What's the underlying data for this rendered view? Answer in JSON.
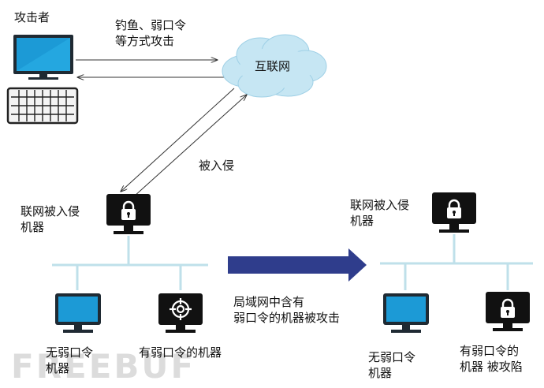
{
  "labels": {
    "attacker": "攻击者",
    "attack_method": "钓鱼、弱口令\n等方式攻击",
    "internet": "互联网",
    "intruded": "被入侵",
    "left_infected": "联网被入侵\n机器",
    "left_no_weak": "无弱口令\n机器",
    "left_weak": "有弱口令的机器",
    "lan_caption": "局域网中含有\n弱口令的机器被攻击",
    "right_infected": "联网被入侵\n机器",
    "right_no_weak": "无弱口令\n机器",
    "right_weak_attacked": "有弱口令的\n机器 被攻陷"
  },
  "watermark": "FREEBUF",
  "colors": {
    "cloud": "#c6e6f3",
    "cloud_edge": "#9fd0e6",
    "screen_blue": "#1c9ad6",
    "network_line": "#bfe0ea",
    "arrow": "#2f3d8c",
    "dark_screen": "#111111"
  },
  "icons": {
    "desktop": "monitor-icon",
    "keyboard": "keyboard-icon",
    "cloud": "cloud-icon",
    "lock": "lock-icon",
    "target": "crosshair-icon",
    "big_arrow": "right-arrow-icon"
  }
}
